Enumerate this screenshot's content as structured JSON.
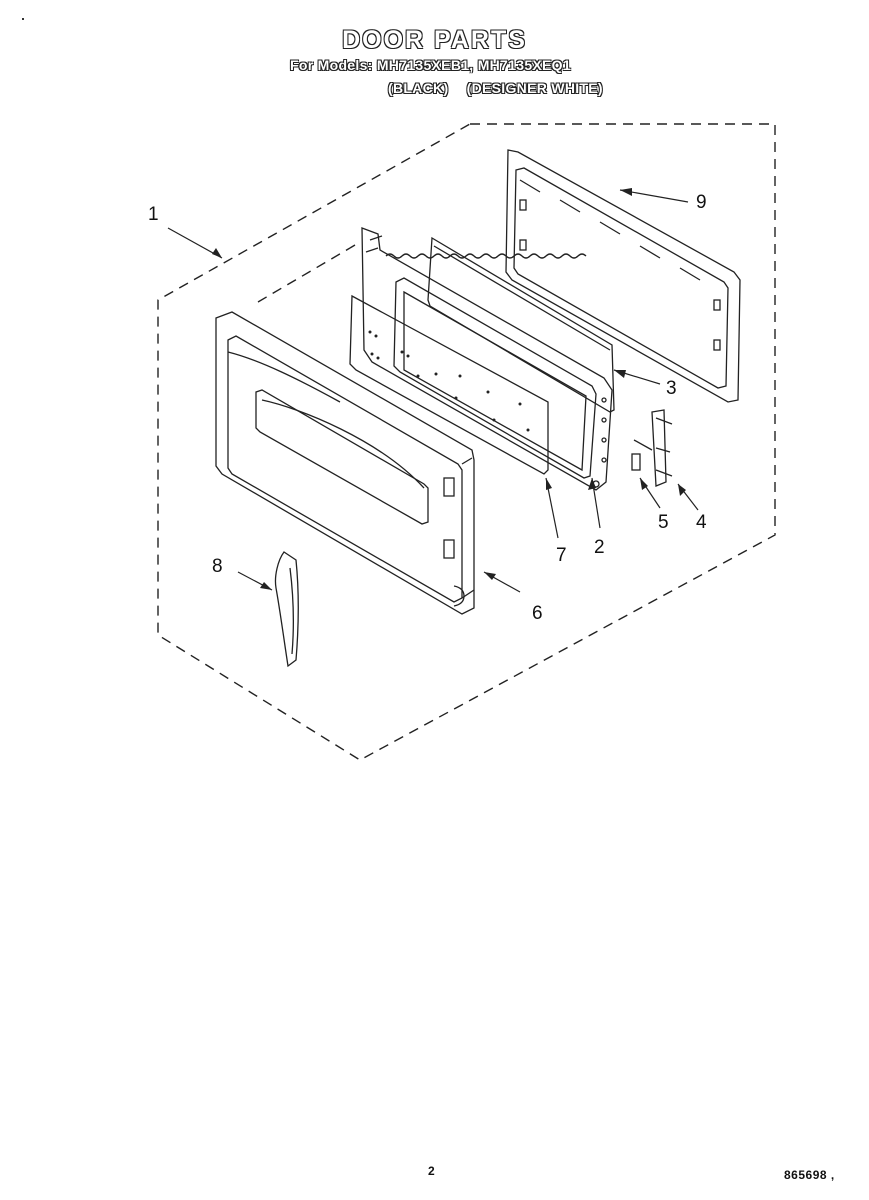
{
  "header": {
    "title": "DOOR PARTS",
    "models_line": "For Models: MH7135XEB1, MH7135XEQ1",
    "color_black": "(BLACK)",
    "color_white": "(DESIGNER WHITE)"
  },
  "callouts": {
    "c1": "1",
    "c2": "2",
    "c3": "3",
    "c4": "4",
    "c5": "5",
    "c6": "6",
    "c7": "7",
    "c8": "8",
    "c9": "9"
  },
  "footer": {
    "page_number": "2",
    "doc_code": "865698 ,"
  }
}
